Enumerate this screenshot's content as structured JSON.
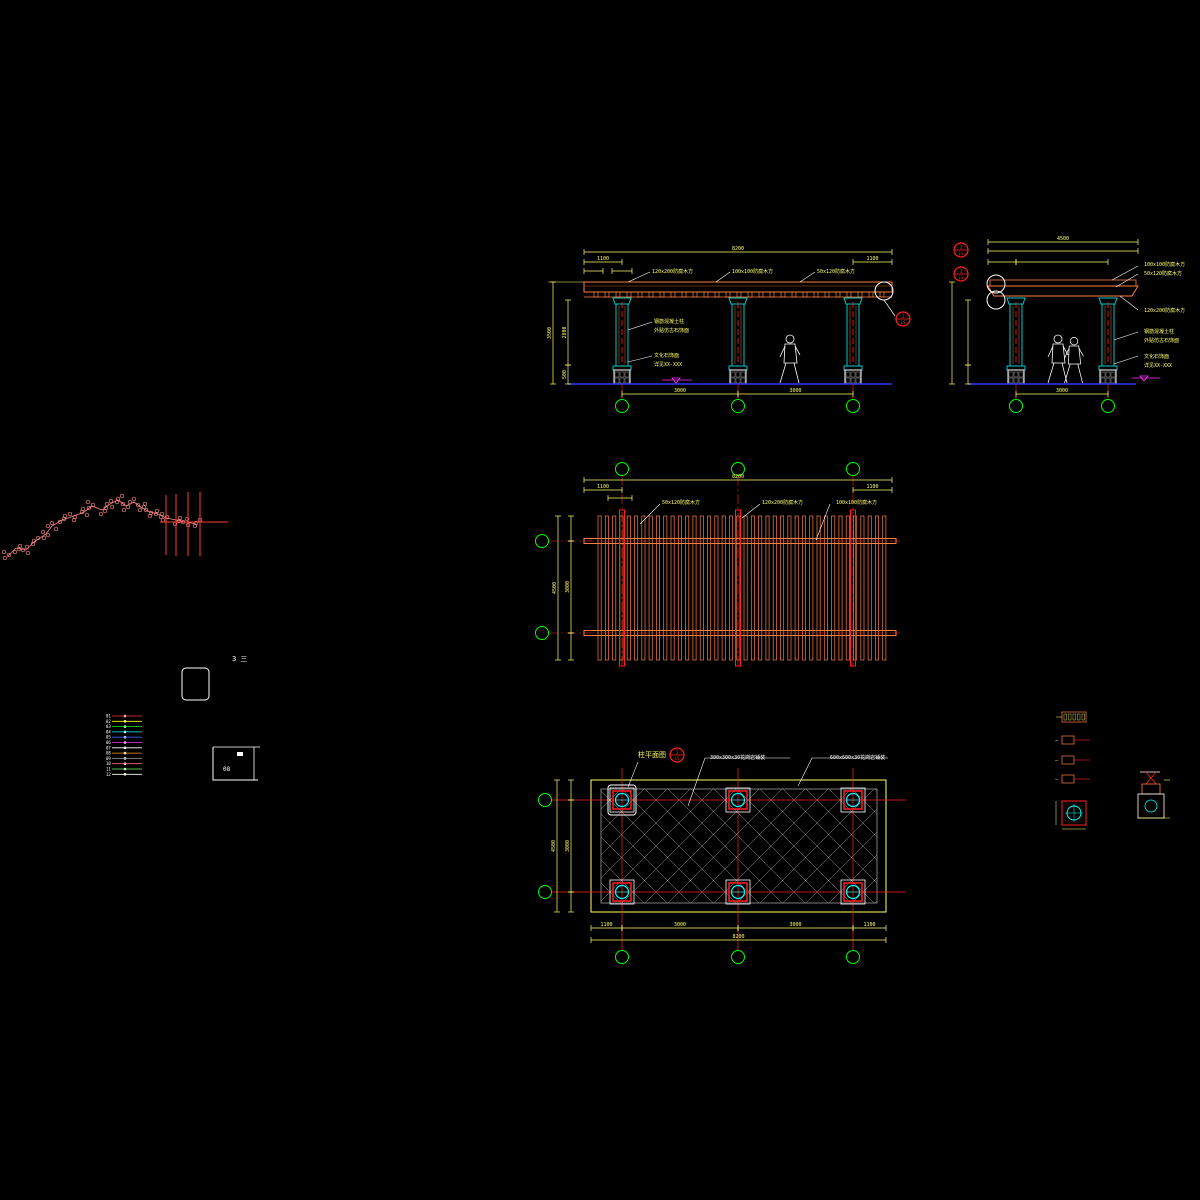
{
  "colors": {
    "background": "#000000",
    "timber": "#ff7f3f",
    "timber_dark": "#c4562a",
    "column": "#00c8c8",
    "dim": "#ffff66",
    "axis_bubble": "#00ff00",
    "ground": "#3333ff",
    "callout": "#ffffff",
    "section_tag": "#ff2020",
    "plant": "#ff8a8a",
    "red_line": "#ff2020",
    "paving": "#9a9aa0",
    "cyan": "#00ffff",
    "magenta": "#ff33ff"
  },
  "labels": {
    "front_elevation": {
      "overall": "8200",
      "segments": [
        "3000",
        "3000"
      ],
      "ends": [
        "1100",
        "1100"
      ],
      "callouts": [
        "120x200防腐木方",
        "100x100防腐木方",
        "50x120防腐木方",
        "钢筋混凝土柱",
        "外贴仿古石饰面",
        "文化石饰面",
        "详见XX-XXX"
      ],
      "heights": [
        "2800",
        "500",
        "3500"
      ],
      "section_tag": "1"
    },
    "side_elevation": {
      "overall": "4500",
      "segments": [
        "3000"
      ],
      "callouts": [
        "100x100防腐木方",
        "50x120防腐木方",
        "120x200防腐木方",
        "钢筋混凝土柱",
        "外贴仿古石饰面",
        "文化石饰面",
        "详见XX-XXX"
      ],
      "section_tag": "1"
    },
    "roof_plan": {
      "overall": "8200",
      "ends": [
        "1100",
        "1100"
      ],
      "callouts": [
        "50x120防腐木方",
        "120x200防腐木方",
        "100x100防腐木方"
      ],
      "side": [
        "4500",
        "3000"
      ]
    },
    "floor_plan": {
      "title": "柱平面图",
      "callouts": [
        "300x300x30花岗岩铺装",
        "600x600x30花岗岩铺装"
      ],
      "overall": "8200",
      "segments": [
        "3000",
        "3000"
      ],
      "ends": [
        "1100",
        "1100"
      ],
      "side": [
        "4500",
        "3000"
      ],
      "section_tag": "1"
    },
    "left_marks": {
      "mark_a": "3 三",
      "mark_b": "08"
    },
    "legend": {
      "entries": [
        "01",
        "02",
        "03",
        "04",
        "05",
        "06",
        "07",
        "08",
        "09",
        "10",
        "11",
        "12"
      ],
      "line_colors": [
        "#ff3333",
        "#ffff00",
        "#00ff00",
        "#00ffff",
        "#3366ff",
        "#ff33ff",
        "#ffffff",
        "#ff9900",
        "#999999",
        "#ff6666",
        "#66ff66",
        "#ffffff"
      ]
    }
  }
}
